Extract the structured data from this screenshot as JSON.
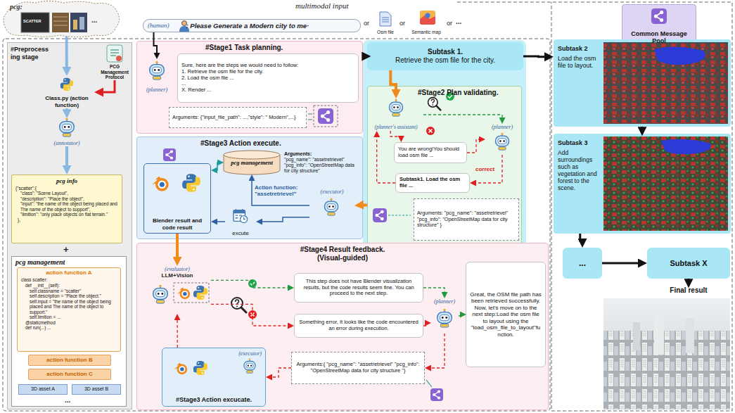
{
  "diagram": {
    "nodes": [
      {
        "text": [
          "pcg:"
        ]
      },
      {
        "text": [
          "(human)",
          ": Please Generate a Modern city to me·"
        ]
      },
      {
        "text": [
          "Osm file"
        ]
      },
      {
        "text": [
          "Semantic map"
        ]
      },
      {
        "text": [
          "#Preprocess ing stage"
        ]
      },
      {
        "text": [
          "PCG Management Protocol"
        ],
        "in": 4
      },
      {
        "text": [
          "Class.py (action function)"
        ],
        "in": 4
      },
      {
        "text": [
          "(annotator)"
        ],
        "in": 4
      },
      {
        "text": [
          "pcg info",
          "{\"scatter\":{",
          "\"class\": \"Scene Layout\",",
          "\"description\": \"Place the object\",",
          "\"input\": \"the name of the object being placed and The name of the object to support\",",
          "\"limition\": \"only place objects on flat terrain.\"",
          "},"
        ],
        "in": 4
      },
      {
        "text": [
          "pcg management"
        ],
        "in": 4
      },
      {
        "text": [
          "action function A",
          "class scatter:",
          "def __init__(self):",
          "self.classname = \"scatter\"",
          "self.description = \"Place the object.\"",
          "self.input = \"the name of the object being placed and The name of the object to support.\"",
          "self.limition = ...",
          "@staticmethod",
          "def run(...) ..."
        ],
        "in": 9
      },
      {
        "text": [
          "action function B"
        ],
        "in": 9
      },
      {
        "text": [
          "action function C"
        ],
        "in": 9
      },
      {
        "text": [
          "3D asset A"
        ],
        "in": 9
      },
      {
        "text": [
          "3D asset B"
        ],
        "in": 9
      },
      {
        "text": [
          "#Stage1 Task planning."
        ]
      },
      {
        "text": [
          "(planner)"
        ],
        "in": 15
      },
      {
        "text": [
          "Sure, here are the steps we would need to follow:",
          "1. Retrieve the osm file for the city.",
          "2. Load the osm file ...",
          "...",
          "X. Render ..."
        ],
        "in": 15
      },
      {
        "text": [
          "Arguments: {\"input_file_path\": ...,\"style\": \" Modern\",...}"
        ],
        "in": 15
      },
      {
        "text": [
          "Subtask 1.",
          "Retrieve the osm file for the city."
        ]
      },
      {
        "text": [
          "#Stage2 Plan validating."
        ]
      },
      {
        "text": [
          "(planner's assistant)"
        ],
        "in": 20
      },
      {
        "text": [
          "(planner)"
        ],
        "in": 20
      },
      {
        "text": [
          "You are wrong!You should load osm file ..."
        ],
        "in": 20
      },
      {
        "text": [
          "Subtask1. Load the osm file ..."
        ],
        "in": 20
      },
      {
        "text": [
          "Arguments: \"pcg_name\": \"assetretrievel\" \"pcg_info\": \"OpenStreetMap data for city structure\" }"
        ],
        "in": 20
      },
      {
        "text": [
          "#Stage3 Action execute."
        ]
      },
      {
        "text": [
          "pcg management"
        ],
        "in": 26
      },
      {
        "text": [
          "Blender result and code result"
        ],
        "in": 26
      },
      {
        "text": [
          "Arguments:",
          "\"pcg_name\": \"assetretrievel\" \"pcg_info\": \"OpenStreetMap data for city structure\""
        ],
        "in": 26
      },
      {
        "text": [
          "(executor)"
        ],
        "in": 26
      },
      {
        "text": [
          "excute"
        ],
        "in": 26
      },
      {
        "text": [
          "#Stage4 Result feedback.",
          "(Visual-guided)"
        ]
      },
      {
        "text": [
          "(evaluator)",
          "LLM+Vision"
        ],
        "in": 32
      },
      {
        "text": [
          "This step does not have Blender visualization results, but the code results seem fine. You can proceed to the next step."
        ],
        "in": 32
      },
      {
        "text": [
          "Something error, It looks like the code encountered an error during execution."
        ],
        "in": 32
      },
      {
        "text": [
          "(planner)"
        ],
        "in": 32
      },
      {
        "text": [
          "Great, the OSM file path has been retrieved successfully. Now, let's move on to the next step:Load the osm file to layout using the \"load_osm_file_to_layout\"function."
        ],
        "in": 32
      },
      {
        "text": [
          "(executor)",
          "#Stage3 Action excucate."
        ],
        "in": 32
      },
      {
        "text": [
          "Arguments:{ \"pcg_name\": \"assetretrievel\" \"pcg_info\": \"OpenStreetMap data for city structure \"}"
        ],
        "in": 32
      },
      {
        "text": [
          "Common Message Pool"
        ]
      },
      {
        "text": [
          "Subtask 2",
          "Load the osm file to layout."
        ]
      },
      {
        "text": [
          "Subtask 3",
          "Add surroundings such as vegetation and forest to the scene."
        ]
      },
      {
        "text": [
          "..."
        ]
      },
      {
        "text": [
          "Subtask X"
        ]
      },
      {
        "text": [
          "Final result"
        ]
      }
    ],
    "edges": [
      {
        "from": 0,
        "to": 6,
        "arrow": "to"
      },
      {
        "from": 5,
        "to": 6,
        "arrow": "to"
      },
      {
        "from": 6,
        "to": 7,
        "arrow": "to"
      },
      {
        "from": 7,
        "to": 8,
        "arrow": "to"
      },
      {
        "from": 1,
        "to": 16,
        "arrow": "to"
      },
      {
        "from": 15,
        "to": 19,
        "arrow": "to"
      },
      {
        "from": 19,
        "to": 41,
        "arrow": "to"
      },
      {
        "from": 41,
        "to": 42,
        "arrow": "to"
      },
      {
        "from": 42,
        "to": 43,
        "arrow": "to"
      },
      {
        "from": 43,
        "to": 44,
        "arrow": "to"
      },
      {
        "from": 44,
        "to": 45,
        "arrow": "to"
      },
      {
        "from": 19,
        "to": 21,
        "arrow": "to"
      },
      {
        "from": 21,
        "to": 22,
        "arrow": "to"
      },
      {
        "from": 21,
        "to": 23,
        "arrow": "to"
      },
      {
        "from": 23,
        "to": 22,
        "arrow": "to"
      },
      {
        "from": 22,
        "to": 24,
        "label": "correct",
        "arrow": "to"
      },
      {
        "from": 24,
        "to": 21,
        "arrow": "to"
      },
      {
        "from": 20,
        "to": 30,
        "arrow": "to"
      },
      {
        "from": 30,
        "to": 27,
        "label": "Action function: \"assetretrievel\"",
        "arrow": "to"
      },
      {
        "from": 27,
        "to": 28,
        "arrow": "both"
      },
      {
        "from": 30,
        "to": 31,
        "arrow": "to"
      },
      {
        "from": 31,
        "to": 28,
        "arrow": "to"
      },
      {
        "from": 28,
        "to": 33,
        "arrow": "to"
      },
      {
        "from": 33,
        "to": 34,
        "arrow": "to"
      },
      {
        "from": 33,
        "to": 35,
        "arrow": "to"
      },
      {
        "from": 34,
        "to": 36,
        "arrow": "to"
      },
      {
        "from": 35,
        "to": 36,
        "arrow": "to"
      },
      {
        "from": 36,
        "to": 37,
        "arrow": "to"
      },
      {
        "from": 36,
        "to": 39,
        "arrow": "to"
      },
      {
        "from": 39,
        "to": 38,
        "arrow": "to"
      },
      {
        "from": 38,
        "to": 33,
        "arrow": "to"
      }
    ],
    "labels": [
      "multimodal input",
      "SCATTER",
      "...",
      "or",
      "or",
      "or",
      "...",
      "+",
      "..."
    ]
  }
}
